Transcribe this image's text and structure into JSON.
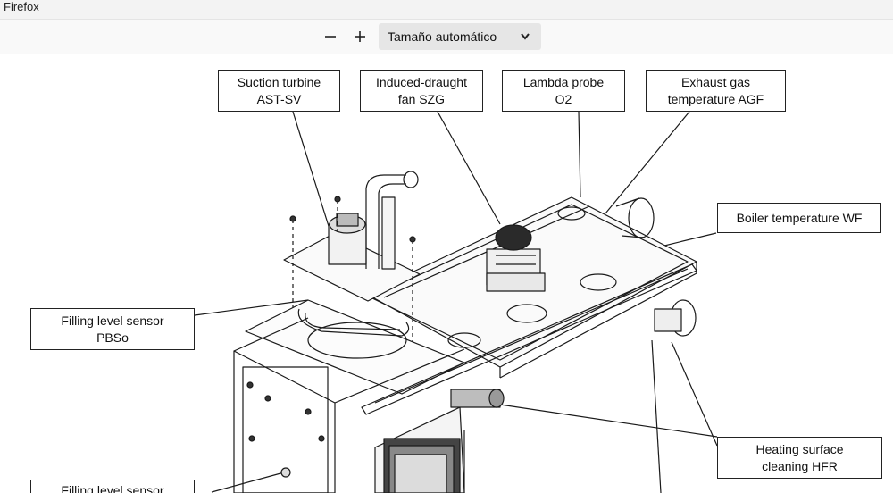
{
  "window": {
    "title": "Firefox"
  },
  "toolbar": {
    "zoom_out_icon": "minus-icon",
    "zoom_in_icon": "plus-icon",
    "zoom_value": "Tamaño automático",
    "dropdown_icon": "chevron-down-icon"
  },
  "diagram": {
    "labels": {
      "suction_turbine": "Suction turbine\nAST-SV",
      "induced_draught_fan": "Induced-draught\nfan SZG",
      "lambda_probe": "Lambda probe\nO2",
      "exhaust_gas_temp": "Exhaust gas\ntemperature AGF",
      "boiler_temp": "Boiler temperature WF",
      "filling_level_pbso": "Filling level sensor\nPBSo",
      "heating_surface_cleaning": "Heating surface\ncleaning HFR",
      "filling_level_lower": "Filling level sensor"
    }
  }
}
